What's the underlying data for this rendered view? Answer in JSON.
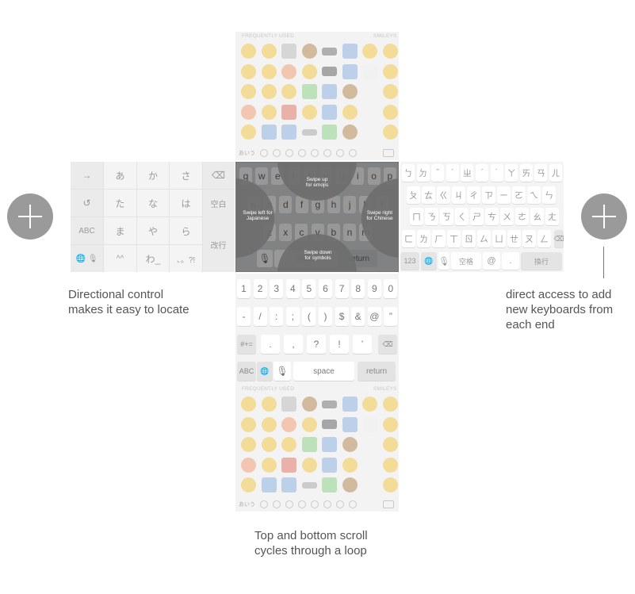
{
  "emoji_panel": {
    "header_left": "FREQUENTLY USED",
    "header_right": "SMILEYS",
    "footer_kana": "あいう"
  },
  "jp_keyboard": {
    "kana": [
      "あ",
      "か",
      "さ",
      "た",
      "な",
      "は",
      "ま",
      "や",
      "ら",
      "^^",
      "わ_",
      "、。?!"
    ],
    "left": [
      "→",
      "↺",
      "ABC"
    ],
    "right_space": "空白",
    "right_enter": "改行"
  },
  "center_keyboard": {
    "row1": [
      "q",
      "w",
      "e",
      "r",
      "t",
      "y",
      "u",
      "i",
      "o",
      "p"
    ],
    "row2": [
      "a",
      "s",
      "d",
      "f",
      "g",
      "h",
      "j",
      "k",
      "l"
    ],
    "row3": [
      "z",
      "x",
      "c",
      "v",
      "b",
      "n",
      "m"
    ],
    "space": "space",
    "return": "return",
    "hints": {
      "up": [
        "Swipe up",
        "for emojis"
      ],
      "left": [
        "Swipe left for",
        "Japanese"
      ],
      "right": [
        "Swipe right",
        "for Chinese"
      ],
      "down": [
        "Swipe down",
        "for symbols"
      ]
    }
  },
  "zh_keyboard": {
    "row1": [
      "ㄅ",
      "ㄉ",
      "ˇ",
      "ˋ",
      "ㄓ",
      "ˊ",
      "˙",
      "ㄚ",
      "ㄞ",
      "ㄢ",
      "ㄦ"
    ],
    "row2": [
      "ㄆ",
      "ㄊ",
      "ㄍ",
      "ㄐ",
      "ㄔ",
      "ㄗ",
      "ㄧ",
      "ㄛ",
      "ㄟ",
      "ㄣ"
    ],
    "row3": [
      "ㄇ",
      "ㄋ",
      "ㄎ",
      "ㄑ",
      "ㄕ",
      "ㄘ",
      "ㄨ",
      "ㄜ",
      "ㄠ",
      "ㄤ"
    ],
    "row4": [
      "ㄈ",
      "ㄌ",
      "ㄏ",
      "ㄒ",
      "ㄖ",
      "ㄙ",
      "ㄩ",
      "ㄝ",
      "ㄡ",
      "ㄥ"
    ],
    "num_label": "123",
    "space": "空格",
    "at": "@",
    "dot": ".",
    "enter": "換行"
  },
  "num_keyboard": {
    "row1": [
      "1",
      "2",
      "3",
      "4",
      "5",
      "6",
      "7",
      "8",
      "9",
      "0"
    ],
    "row2": [
      "-",
      "/",
      ":",
      ";",
      "(",
      ")",
      "$",
      "&",
      "@",
      "”"
    ],
    "row3_mod": "#+=",
    "row3": [
      ".",
      ",",
      "?",
      "!",
      "’"
    ],
    "abc": "ABC",
    "space": "space",
    "return": "return"
  },
  "captions": {
    "left": [
      "Directional control",
      "makes it easy to locate"
    ],
    "right": [
      "direct access to add",
      "new keyboards from",
      "each end"
    ],
    "bottom": [
      "Top and bottom scroll",
      "cycles through a loop"
    ]
  }
}
